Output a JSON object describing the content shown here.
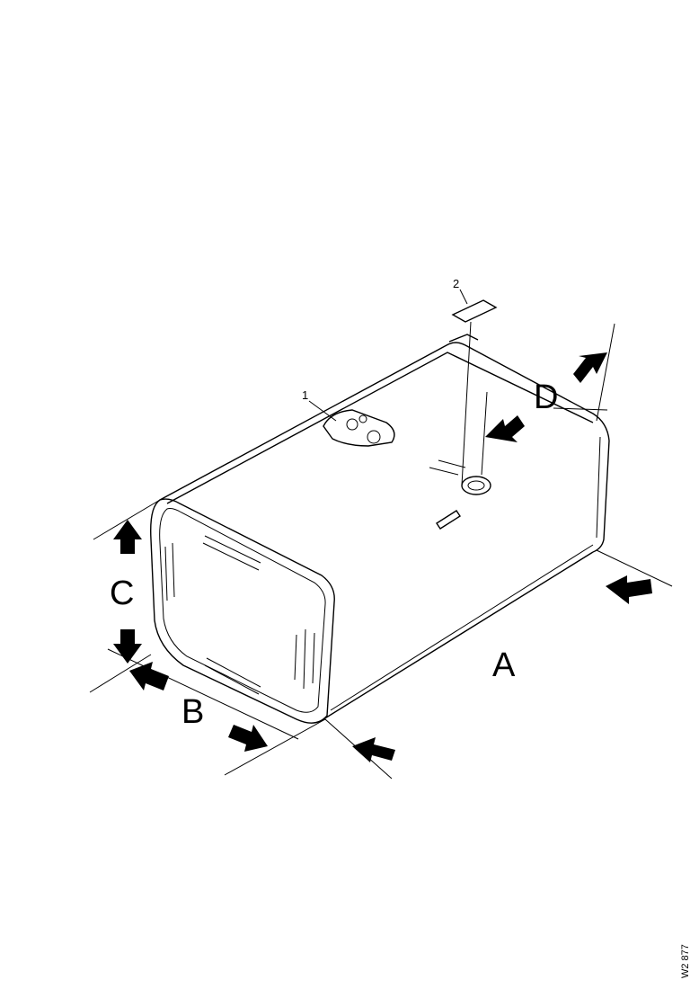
{
  "dimensions": {
    "A": "A",
    "B": "B",
    "C": "C",
    "D": "D"
  },
  "callouts": {
    "item1": "1",
    "item2": "2"
  },
  "reference_id": "W2 877"
}
